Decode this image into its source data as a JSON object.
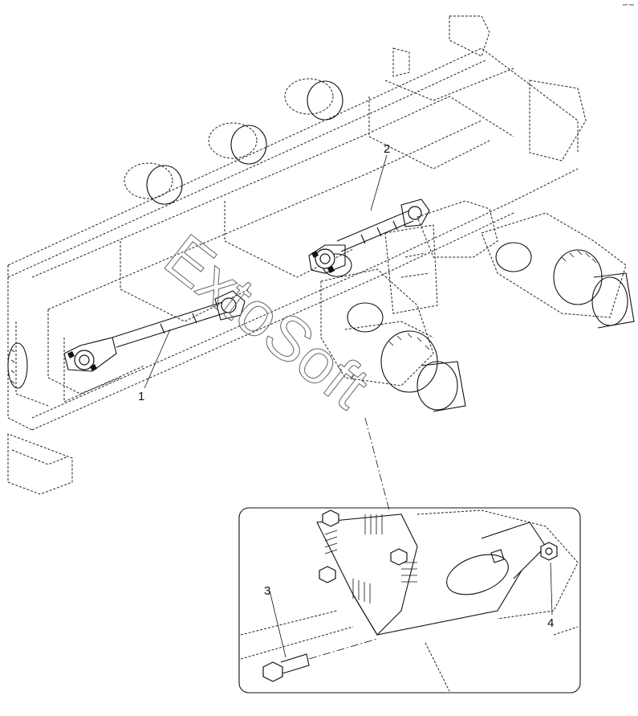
{
  "callouts": {
    "c1": "1",
    "c2": "2",
    "c3": "3",
    "c4": "4"
  },
  "watermark": "ExtoSoft",
  "colors": {
    "ink": "#111111",
    "background": "#ffffff",
    "watermark": "#666666"
  }
}
